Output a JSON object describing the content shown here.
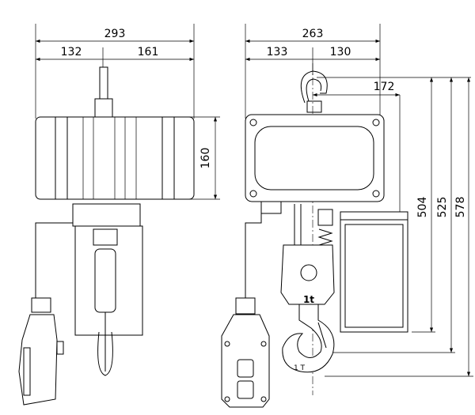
{
  "side_view": {
    "overall_width": "293",
    "left_width": "132",
    "right_width": "161",
    "motor_height": "160"
  },
  "front_view": {
    "overall_width": "263",
    "left_width": "133",
    "right_width": "130",
    "hook_offset": "172",
    "height_min": "504",
    "height_mid": "525",
    "height_max": "578",
    "hook_block_label": "1t",
    "hook_label": "1 T"
  }
}
